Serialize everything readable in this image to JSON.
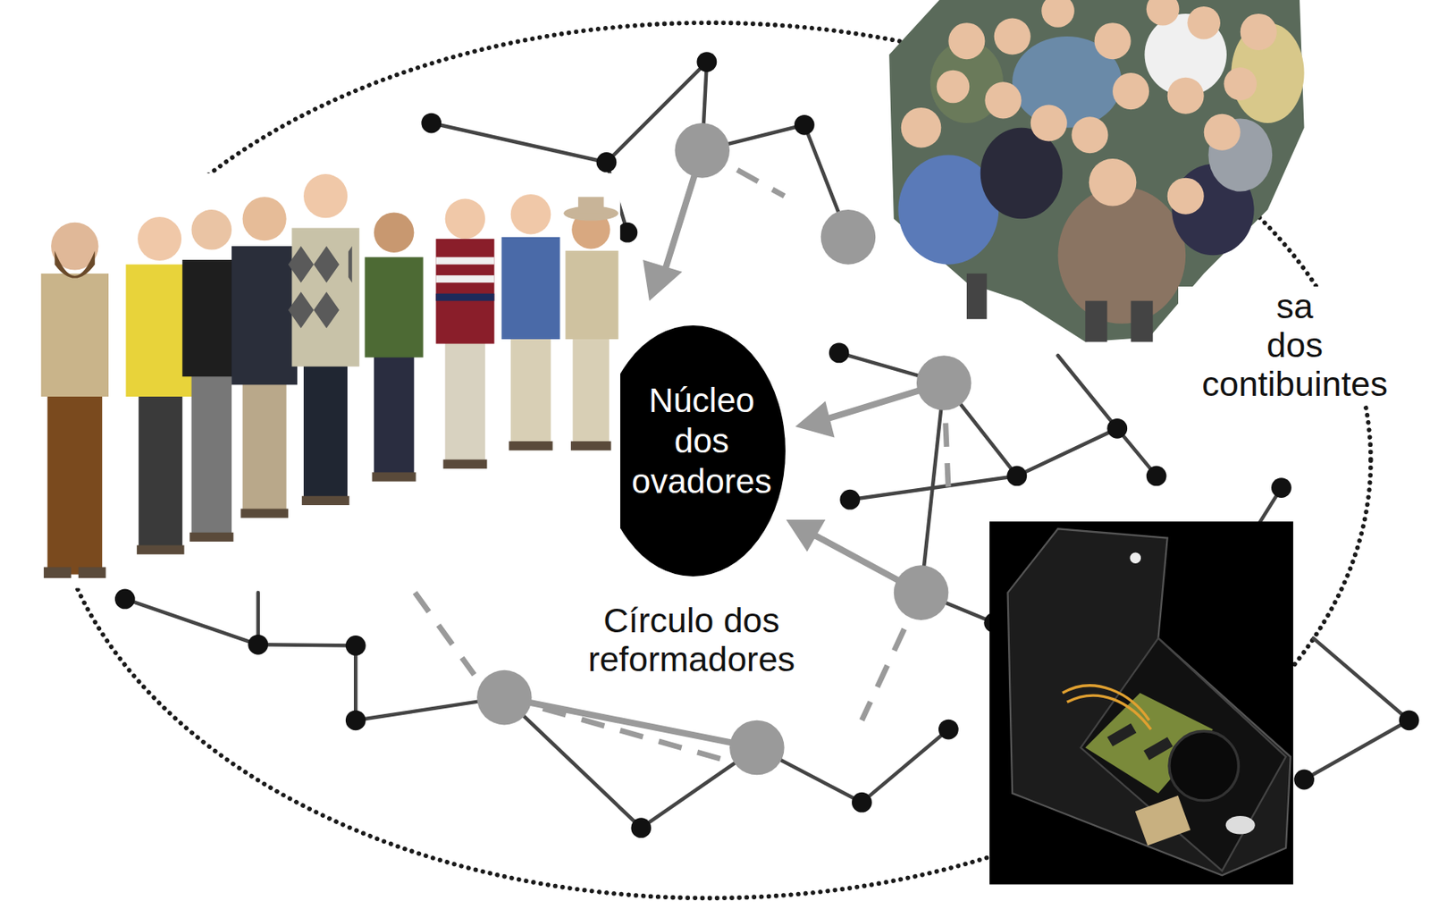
{
  "diagram": {
    "nodes": [
      {
        "text": [
          "Núcleo dos ovadores"
        ]
      }
    ],
    "labels": [
      "Círculo dos reformadores",
      "sa dos contibuintes"
    ]
  }
}
